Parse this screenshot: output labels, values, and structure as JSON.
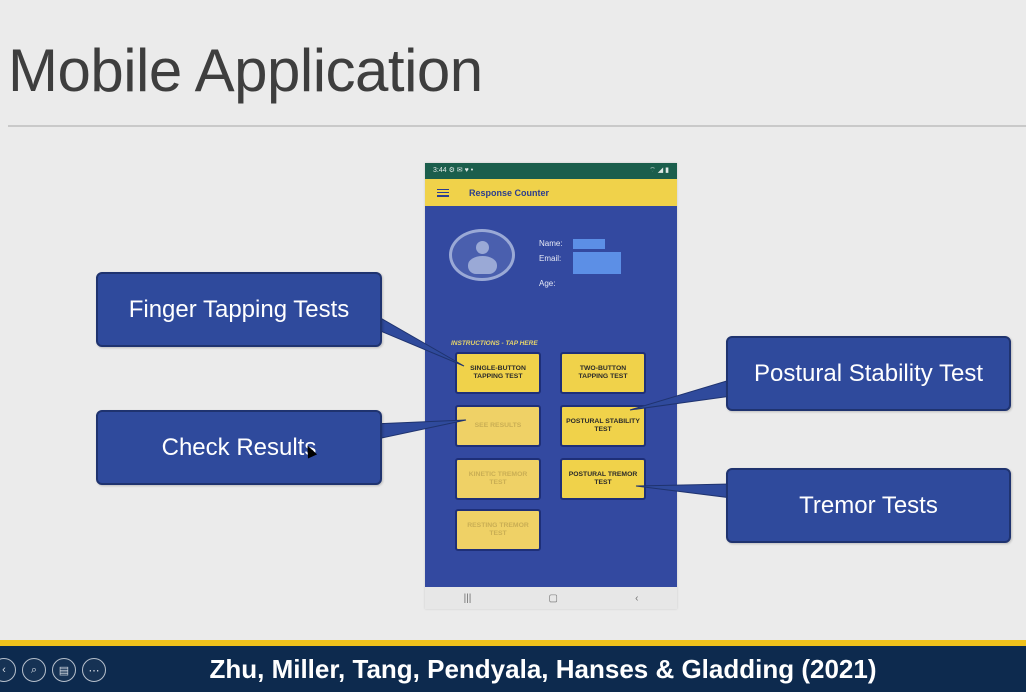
{
  "slide": {
    "title": "Mobile Application"
  },
  "phone": {
    "status_time": "3:44 ⚙ ✉ ♥ •",
    "status_icons": "⌔ ◢ ▮",
    "app_title": "Response Counter",
    "profile": {
      "name_label": "Name:",
      "email_label": "Email:",
      "age_label": "Age:"
    },
    "instructions": "INSTRUCTIONS - TAP HERE",
    "buttons": [
      {
        "label": "SINGLE-BUTTON TAPPING TEST",
        "enabled": true
      },
      {
        "label": "TWO-BUTTON TAPPING TEST",
        "enabled": true
      },
      {
        "label": "SEE RESULTS",
        "enabled": false
      },
      {
        "label": "POSTURAL STABILITY TEST",
        "enabled": true
      },
      {
        "label": "KINETIC TREMOR TEST",
        "enabled": false
      },
      {
        "label": "POSTURAL TREMOR TEST",
        "enabled": true
      },
      {
        "label": "RESTING TREMOR TEST",
        "enabled": false
      }
    ],
    "nav": {
      "recent": "|||",
      "home": "▢",
      "back": "‹"
    }
  },
  "callouts": {
    "finger_tapping": "Finger Tapping Tests",
    "check_results": "Check Results",
    "postural_stability": "Postural Stability Test",
    "tremor_tests": "Tremor Tests"
  },
  "footer": {
    "citation": "Zhu, Miller, Tang, Pendyala, Hanses & Gladding (2021)"
  },
  "colors": {
    "phone_background": "#3349a0",
    "app_bar": "#f0d24a",
    "callout": "#2f4a9c",
    "footer": "#0d2a4e",
    "footer_accent": "#f0c21c"
  }
}
